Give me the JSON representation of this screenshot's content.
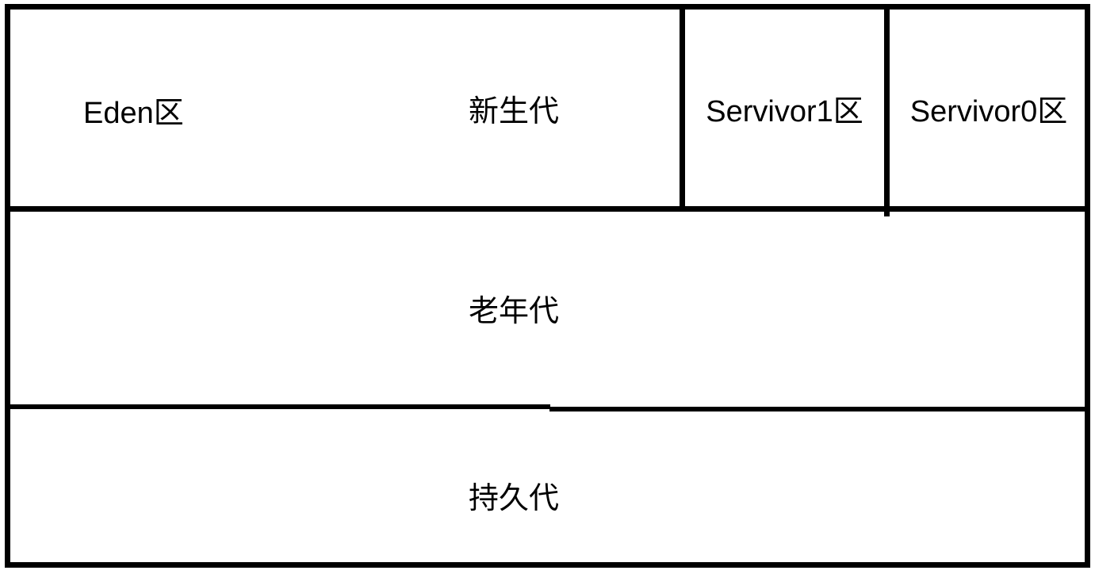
{
  "diagram": {
    "type": "jvm-memory-layout",
    "background_color": "#ffffff",
    "stroke_color": "#000000",
    "regions": {
      "eden": "Eden区",
      "young_generation": "新生代",
      "survivor1": "Servivor1区",
      "survivor0": "Servivor0区",
      "old_generation": "老年代",
      "permanent_generation": "持久代"
    }
  }
}
